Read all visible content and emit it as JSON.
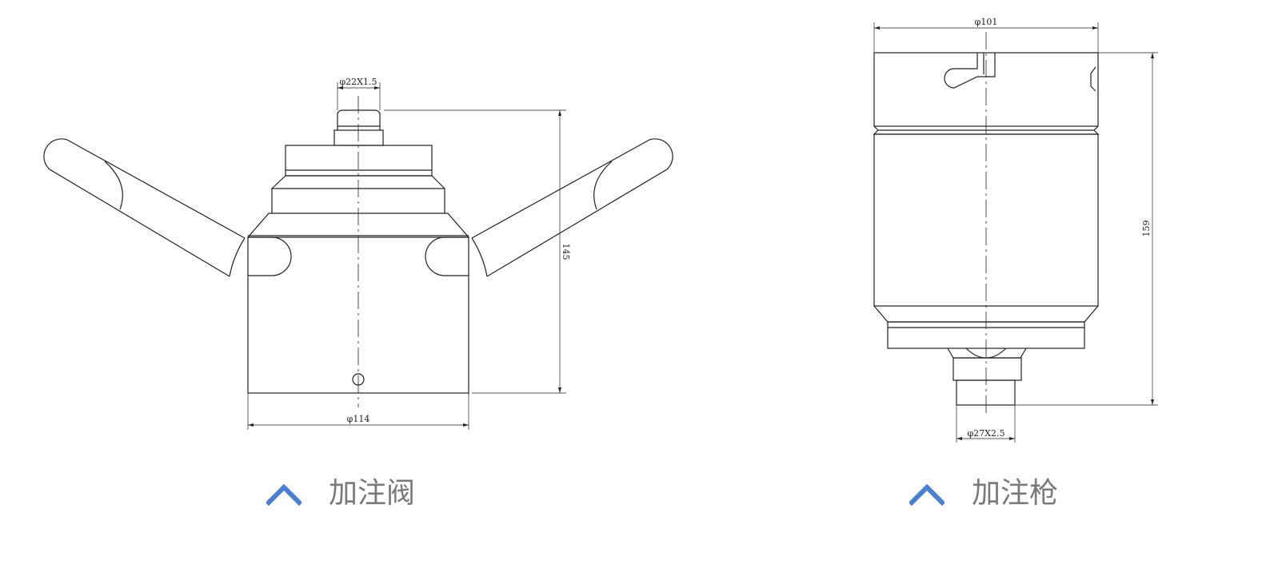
{
  "left": {
    "caption": "加注阀",
    "dim_top": "φ22X1.5",
    "dim_height": "145",
    "dim_bottom": "φ114"
  },
  "right": {
    "caption": "加注枪",
    "dim_top": "φ101",
    "dim_height": "159",
    "dim_bottom": "φ27X2.5"
  },
  "colors": {
    "accent": "#4a7fd1",
    "caption": "#7a7a7a",
    "line": "#222222"
  },
  "icons": [
    "chevron-up-icon"
  ]
}
